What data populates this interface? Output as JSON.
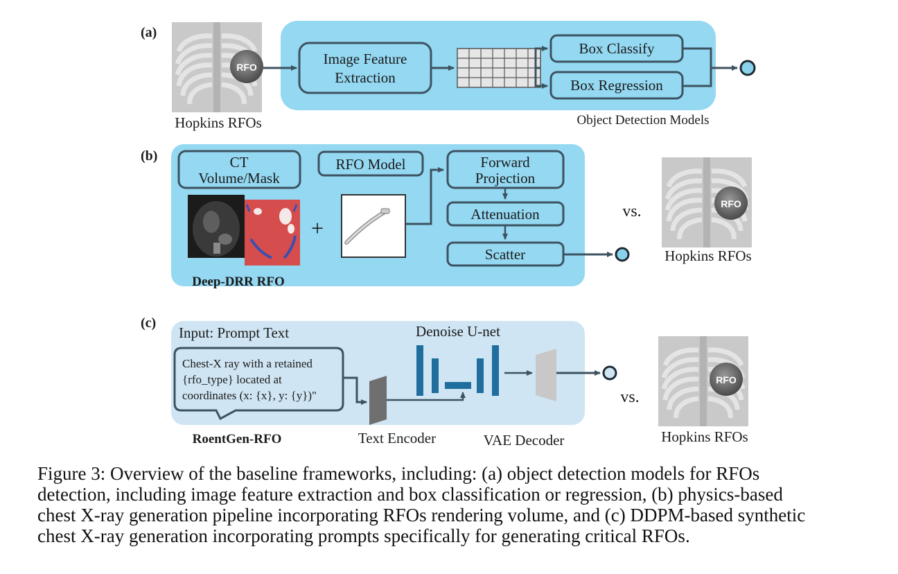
{
  "panel_a": {
    "label": "(a)",
    "xray": {
      "rfo_label": "RFO",
      "caption": "Hopkins RFOs"
    },
    "image_feature_line1": "Image Feature",
    "image_feature_line2": "Extraction",
    "box_classify": "Box Classify",
    "box_regression": "Box Regression",
    "group_label": "Object Detection Models"
  },
  "panel_b": {
    "label": "(b)",
    "ct_line1": "CT",
    "ct_line2": "Volume/Mask",
    "rfo_model": "RFO Model",
    "plus": "+",
    "forward_line1": "Forward",
    "forward_line2": "Projection",
    "attenuation": "Attenuation",
    "scatter": "Scatter",
    "group_label": "Deep-DRR RFO",
    "vs": "vs.",
    "xray": {
      "rfo_label": "RFO",
      "caption": "Hopkins RFOs"
    }
  },
  "panel_c": {
    "label": "(c)",
    "input_title": "Input: Prompt Text",
    "prompt_line1": "Chest-X ray with a retained",
    "prompt_line2": "{rfo_type} located at",
    "prompt_line3": "coordinates (x: {x}, y: {y})\"",
    "unet_label": "Denoise U-net",
    "text_encoder": "Text Encoder",
    "vae_decoder": "VAE Decoder",
    "group_label": "RoentGen-RFO",
    "vs": "vs.",
    "xray": {
      "rfo_label": "RFO",
      "caption": "Hopkins RFOs"
    }
  },
  "caption": {
    "line1": "Figure 3: Overview of the baseline frameworks, including: (a) object detection models for RFOs",
    "line2": "detection, including image feature extraction and box classification or regression, (b) physics-based",
    "line3": "chest X-ray generation pipeline incorporating RFOs rendering volume, and (c) DDPM-based synthetic",
    "line4": "chest X-ray generation incorporating prompts specifically for generating critical RFOs."
  },
  "colors": {
    "panel_blue": "#94d8f2",
    "panel_pale": "#cfe5f3",
    "box_stroke": "#3d5260",
    "unet_teal": "#1f6e9e",
    "node_fill": "#8ad1ec"
  }
}
